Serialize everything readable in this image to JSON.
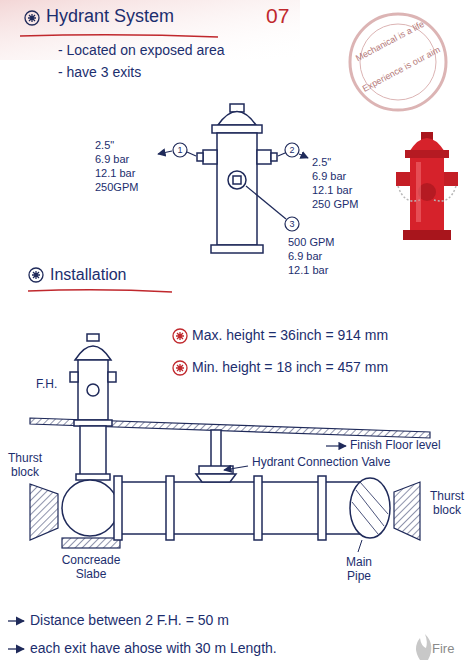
{
  "diagram": {
    "title": "Hydrant System",
    "labels": [
      "07",
      "- Located on exposed area",
      "- have 3 exits",
      "Mechanical is a life",
      "Experience is our aim",
      "1",
      "2.5\"",
      "6.9 bar",
      "12.1 bar",
      "250GPM",
      "2",
      "2.5\"",
      "6.9 bar",
      "12.1 bar",
      "250 GPM",
      "3",
      "500 GPM",
      "6.9 bar",
      "12.1 bar",
      "Installation",
      "Max. height = 36inch = 914 mm",
      "Min. height = 18 inch = 457 mm",
      "F.H.",
      "Finish Floor level",
      "Hydrant Connection Valve",
      "Thurst block",
      "Concreade Slabe",
      "Thurst block",
      "Main Pipe",
      "Distance between 2 F.H. = 50 m",
      "each exit have ahose with 30 m Length.",
      "Fire"
    ]
  }
}
